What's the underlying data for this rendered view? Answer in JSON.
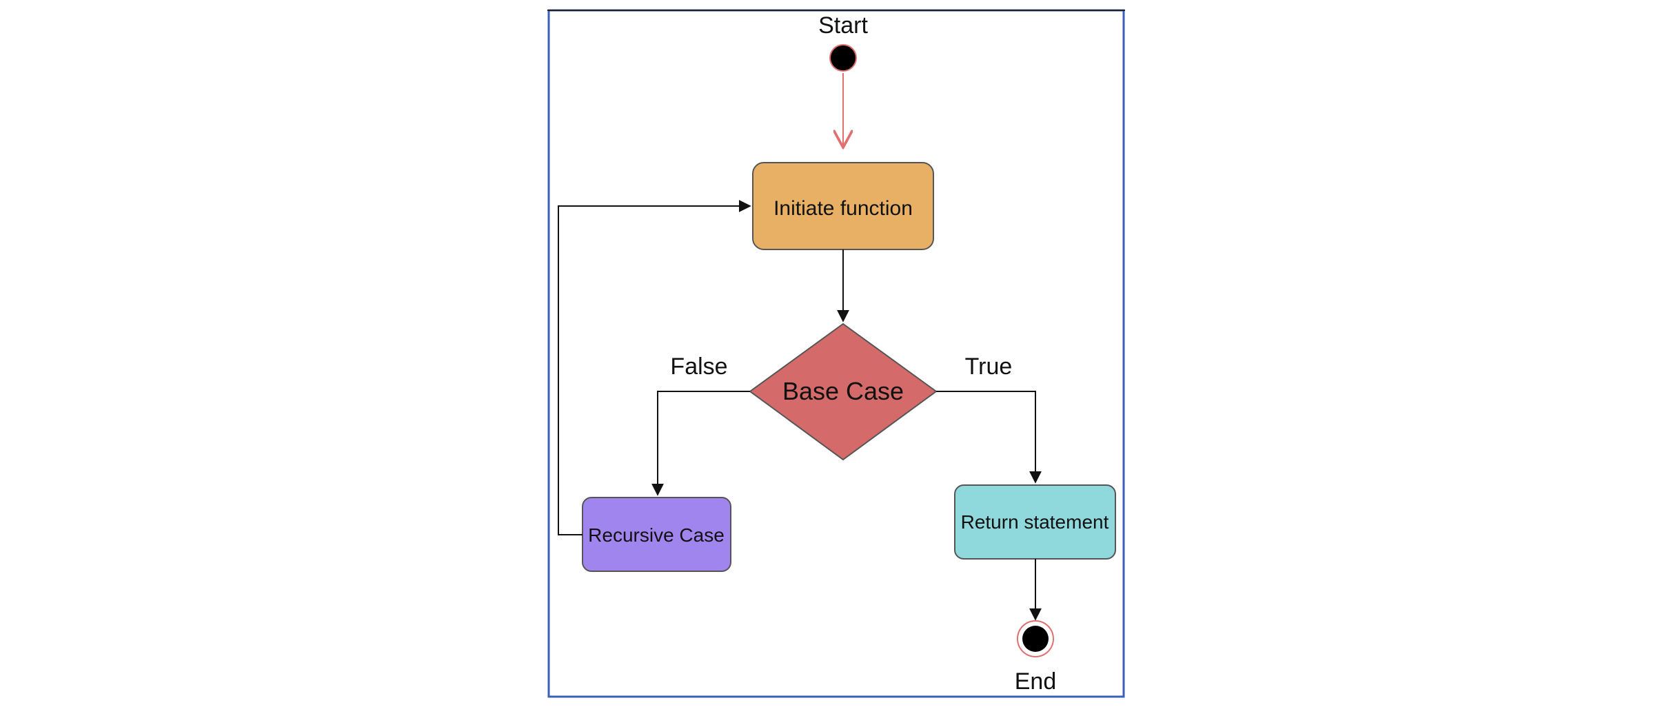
{
  "diagram": {
    "start_label": "Start",
    "end_label": "End",
    "nodes": {
      "initiate": "Initiate function",
      "base_case": "Base Case",
      "recursive": "Recursive Case",
      "return": "Return statement"
    },
    "edges": {
      "false_label": "False",
      "true_label": "True"
    },
    "colors": {
      "initiate_fill": "#E8B064",
      "base_case_fill": "#D46A6A",
      "recursive_fill": "#A185EE",
      "return_fill": "#8FD8DC",
      "start_arrow": "#E07070",
      "frame_border": "#3A5FB8",
      "end_ring": "#E07070"
    }
  }
}
